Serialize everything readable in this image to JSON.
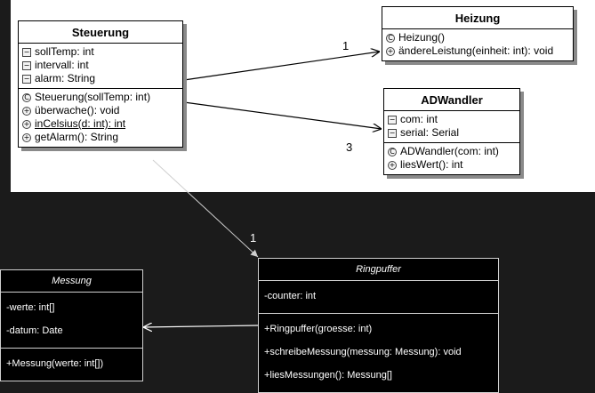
{
  "classes": {
    "steuerung": {
      "name": "Steuerung",
      "fields": [
        {
          "icon": "field",
          "text": "sollTemp: int"
        },
        {
          "icon": "field",
          "text": "intervall: int"
        },
        {
          "icon": "field",
          "text": "alarm: String"
        }
      ],
      "methods": [
        {
          "icon": "ctor",
          "text": "Steuerung(sollTemp: int)"
        },
        {
          "icon": "method",
          "text": "überwache(): void"
        },
        {
          "icon": "method",
          "text": "inCelsius(d: int): int"
        },
        {
          "icon": "method",
          "text": "getAlarm(): String"
        }
      ]
    },
    "heizung": {
      "name": "Heizung",
      "methods": [
        {
          "icon": "ctor",
          "text": "Heizung()"
        },
        {
          "icon": "method",
          "text": "ändereLeistung(einheit: int): void"
        }
      ]
    },
    "adwandler": {
      "name": "ADWandler",
      "fields": [
        {
          "icon": "field",
          "text": "com: int"
        },
        {
          "icon": "field",
          "text": "serial: Serial"
        }
      ],
      "methods": [
        {
          "icon": "ctor",
          "text": "ADWandler(com: int)"
        },
        {
          "icon": "method",
          "text": "liesWert(): int"
        }
      ]
    },
    "messung": {
      "name": "Messung",
      "fields": [
        "-werte: int[]",
        "-datum: Date"
      ],
      "methods": [
        "+Messung(werte: int[])"
      ]
    },
    "ringpuffer": {
      "name": "Ringpuffer",
      "fields": [
        "-counter: int"
      ],
      "methods": [
        "+Ringpuffer(groesse: int)",
        "+schreibeMessung(messung: Messung): void",
        "+liesMessungen(): Messung[]"
      ]
    }
  },
  "multiplicities": {
    "steuerung_heizung": "1",
    "steuerung_adwandler": "3",
    "steuerung_ringpuffer": "1"
  },
  "colors": {
    "light_background": "#ffffff",
    "dark_background": "#1b1b1b",
    "arrow_light": "#000000",
    "arrow_dark": "#cfcfcf"
  }
}
